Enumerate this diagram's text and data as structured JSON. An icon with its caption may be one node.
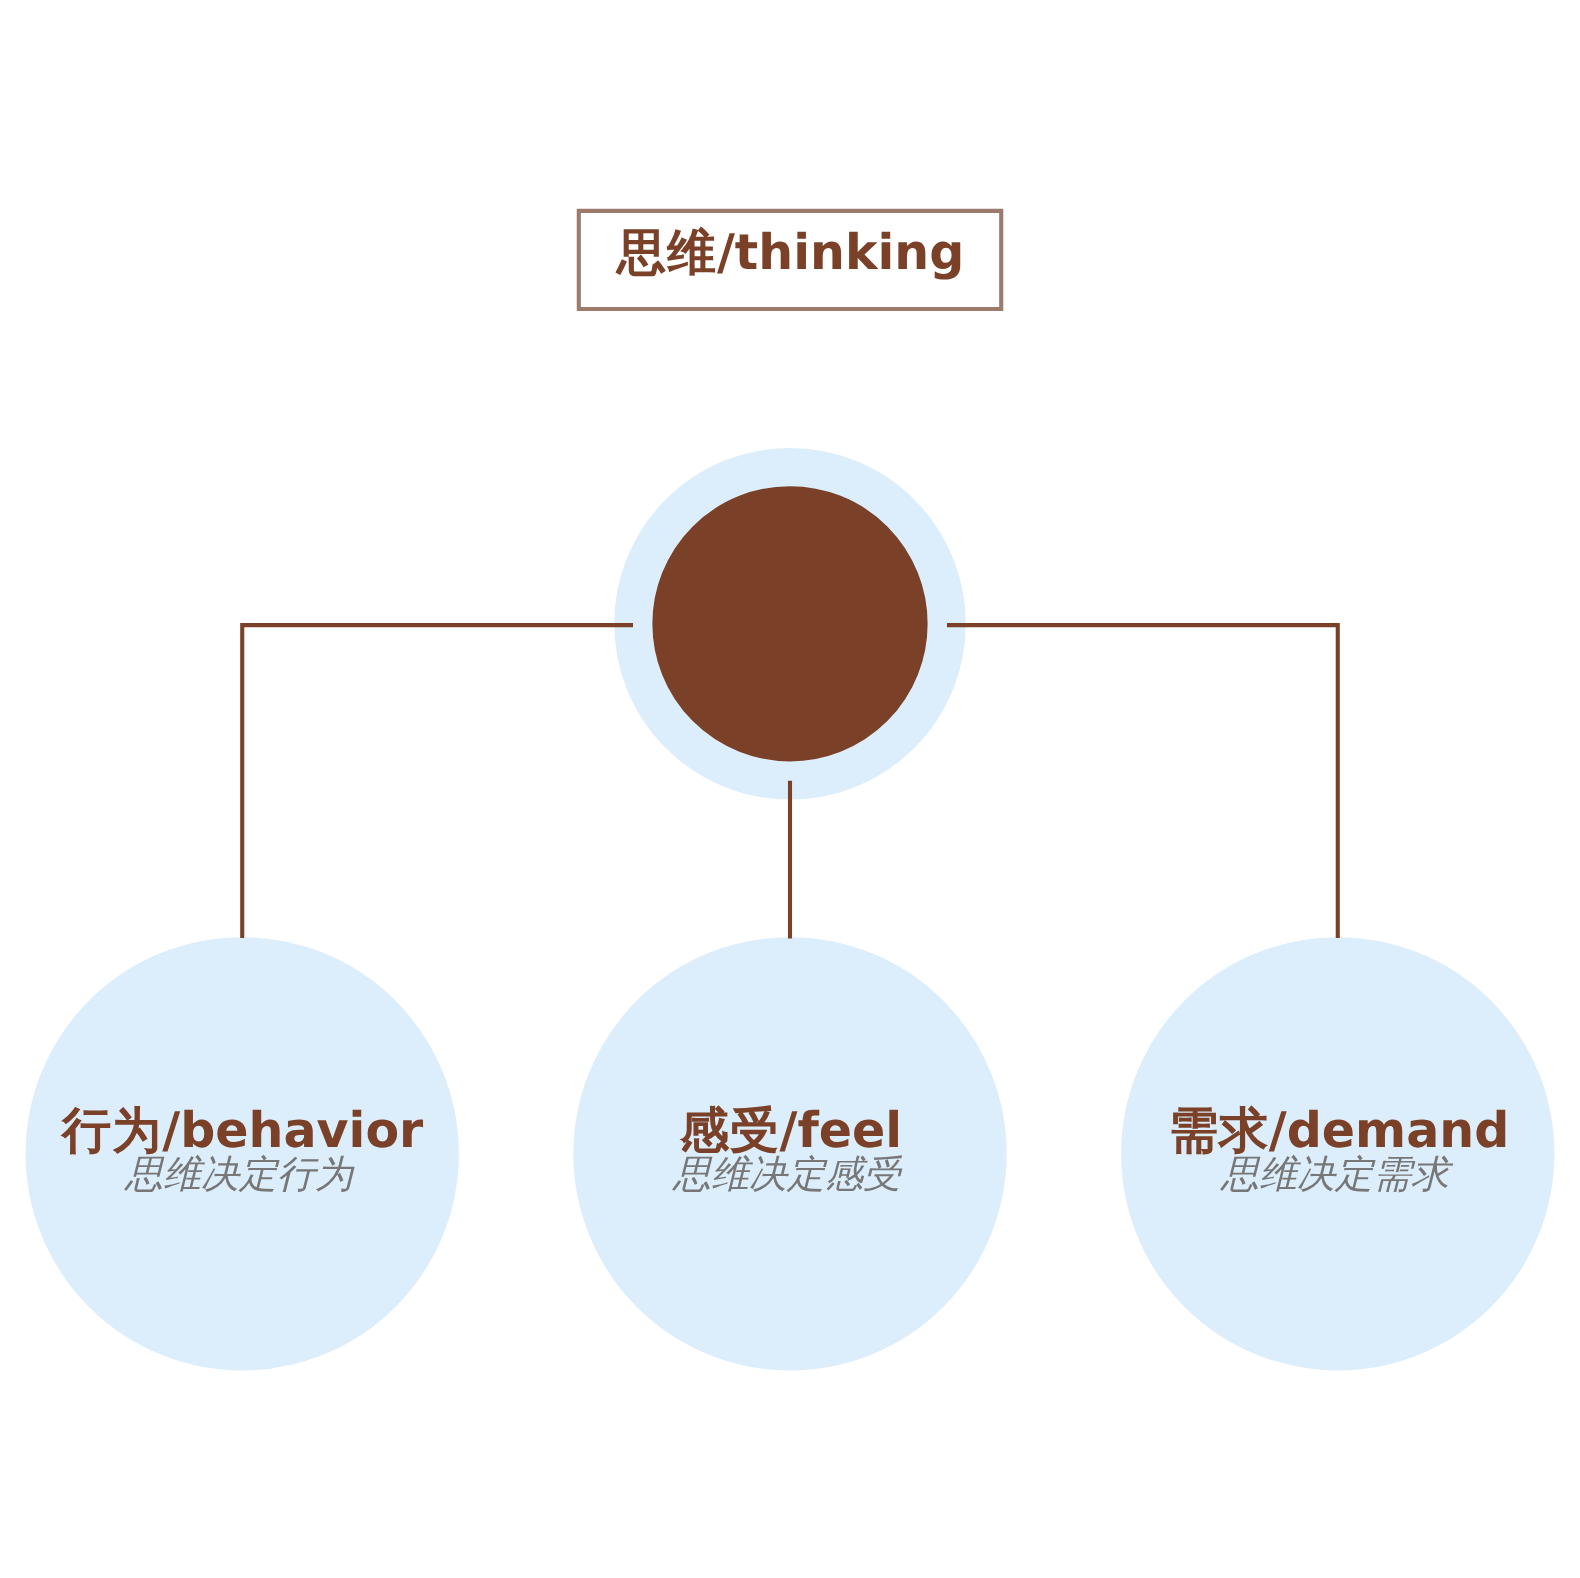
{
  "diagram": {
    "nodes": [
      {
        "text": [
          "思维/thinking"
        ]
      },
      {
        "text": [],
        "shape": "circle"
      },
      {
        "text": [
          "行为/behavior",
          "思维决定行为"
        ]
      },
      {
        "text": [
          "感受/feel",
          "思维决定感受"
        ]
      },
      {
        "text": [
          "需求/demand",
          "思维决定需求"
        ]
      }
    ],
    "edges": [
      {
        "from": 1,
        "to": 2,
        "arrow": "none"
      },
      {
        "from": 1,
        "to": 3,
        "arrow": "none"
      },
      {
        "from": 1,
        "to": 4,
        "arrow": "none"
      }
    ]
  }
}
